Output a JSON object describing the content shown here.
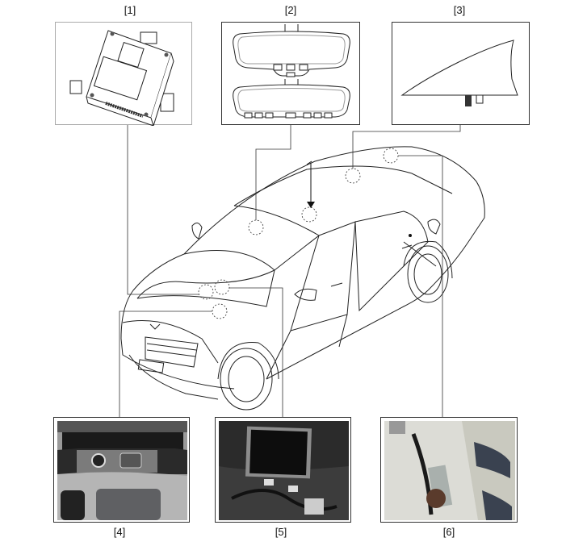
{
  "labels": {
    "c1": "[1]",
    "c2": "[2]",
    "c3": "[3]",
    "c4": "[4]",
    "c5": "[5]",
    "c6": "[6]"
  },
  "components": [
    {
      "id": "1",
      "depiction": "control-module-drawing"
    },
    {
      "id": "2",
      "depiction": "rear-view-mirror-drawings"
    },
    {
      "id": "3",
      "depiction": "shark-fin-antenna-drawing"
    },
    {
      "id": "4",
      "depiction": "console-usb-aux-photo"
    },
    {
      "id": "5",
      "depiction": "display-monitor-photo"
    },
    {
      "id": "6",
      "depiction": "trunk-harness-module-photo"
    }
  ]
}
